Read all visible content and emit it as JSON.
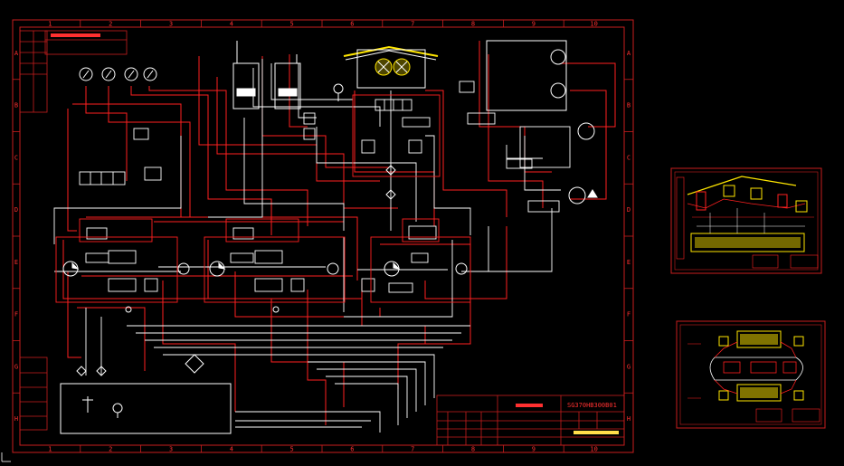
{
  "main_sheet": {
    "col_labels": [
      "1",
      "2",
      "3",
      "4",
      "5",
      "6",
      "7",
      "8",
      "9",
      "10"
    ],
    "row_labels": [
      "A",
      "B",
      "C",
      "D",
      "E",
      "F",
      "G",
      "H"
    ],
    "drawing_code": "SG370HB300B01",
    "colors": {
      "line_red": "#ff2020",
      "line_white": "#ffffff",
      "accent_yellow": "#ffe600",
      "border_red": "#c81e1e",
      "background": "#000000"
    }
  },
  "thumbnails": [
    {
      "name": "thumbnail-sheet-1"
    },
    {
      "name": "thumbnail-sheet-2"
    }
  ]
}
